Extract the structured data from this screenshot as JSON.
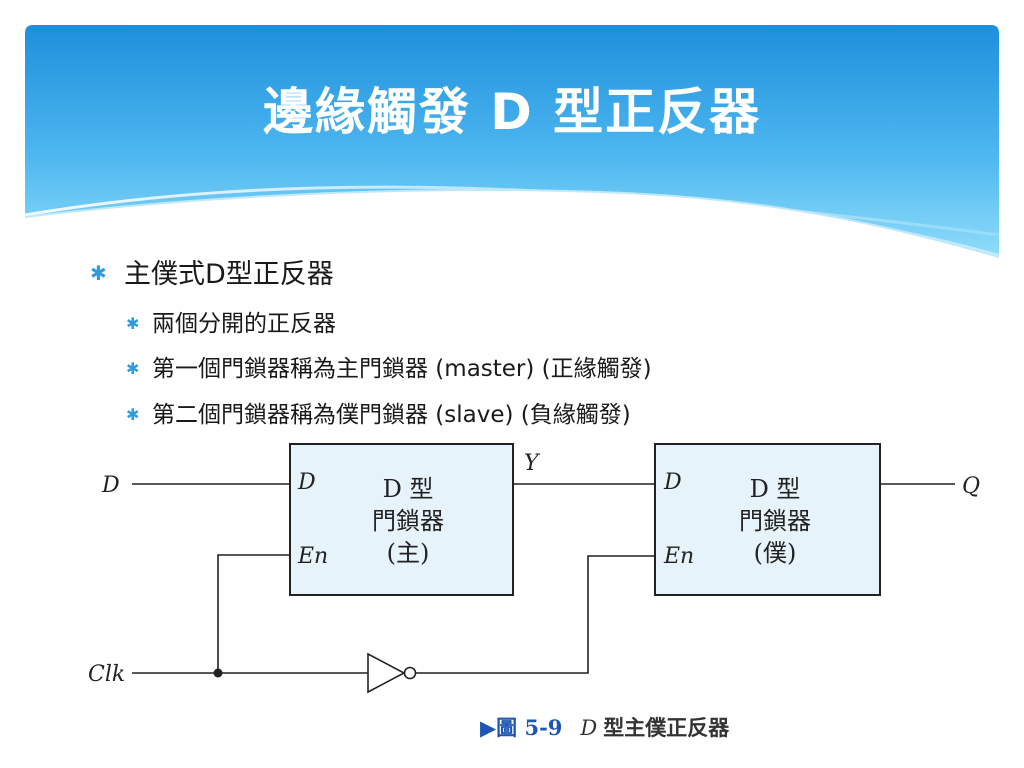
{
  "slide": {
    "title": "邊緣觸發 D 型正反器",
    "bullets": [
      "主僕式D型正反器",
      "兩個分開的正反器",
      "第一個門鎖器稱為主門鎖器 (master) (正緣觸發)",
      "第二個門鎖器稱為僕門鎖器 (slave) (負緣觸發)"
    ]
  },
  "diagram": {
    "input_d": "D",
    "input_clk": "Clk",
    "mid_signal": "Y",
    "output_q": "Q",
    "master": {
      "pin_d": "D",
      "pin_en": "En",
      "line1": "D 型",
      "line2": "門鎖器",
      "line3": "(主)"
    },
    "slave": {
      "pin_d": "D",
      "pin_en": "En",
      "line1": "D 型",
      "line2": "門鎖器",
      "line3": "(僕)"
    }
  },
  "caption": {
    "marker": "▶",
    "figure": "圖 5-9",
    "italic": "D",
    "text": "型主僕正反器"
  },
  "colors": {
    "header_top": "#1e8fdc",
    "header_bottom": "#7fd4f7",
    "bullet_star": "#2e9be0",
    "block_fill": "#e7f3fb",
    "caption_accent": "#1f55b3"
  }
}
